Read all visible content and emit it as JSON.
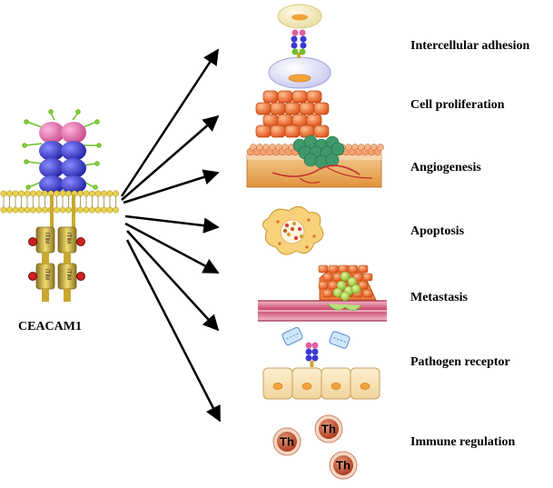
{
  "molecule": {
    "name": "CEACAM1",
    "motif_text": "ITIM"
  },
  "functions": [
    {
      "id": "intercellular-adhesion",
      "label": "Intercellular adhesion"
    },
    {
      "id": "cell-proliferation",
      "label": "Cell proliferation"
    },
    {
      "id": "angiogenesis",
      "label": "Angiogenesis"
    },
    {
      "id": "apoptosis",
      "label": "Apoptosis"
    },
    {
      "id": "metastasis",
      "label": "Metastasis"
    },
    {
      "id": "pathogen-receptor",
      "label": "Pathogen receptor"
    },
    {
      "id": "immune-regulation",
      "label": "Immune regulation"
    }
  ],
  "immune_cell_text": "Th",
  "colors": {
    "ig_domain_blue": "#3a3ad0",
    "n_domain_pink": "#e06aa8",
    "membrane_yellow": "#e8d24a",
    "cell_orange": "#f07a3a",
    "vessel_pink": "#c8456a",
    "tumor_green": "#9fcf3a",
    "th_cell_red": "#c2482c"
  }
}
